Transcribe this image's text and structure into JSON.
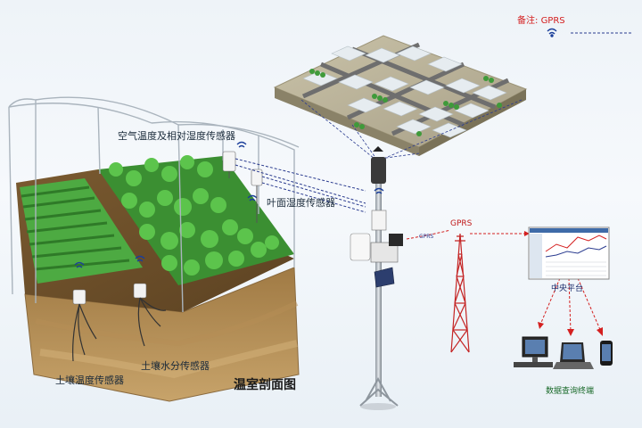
{
  "legend": {
    "prefix": "备注:",
    "item": "GPRS",
    "signal_icon": "wifi-signal-icon"
  },
  "labels": {
    "air_sensor": "空气温度及相对湿度传感器",
    "leaf_sensor": "叶面湿度传感器",
    "soil_temp_sensor": "土壤温度传感器",
    "soil_moisture_sensor": "土壤水分传感器",
    "greenhouse_section": "温室剖面图",
    "gprs_link": "GPRS",
    "gprs_tag": "GPRS",
    "central_platform": "中央平台",
    "query_terminal": "数据查询终端"
  },
  "colors": {
    "link_line": "#2a3b8f",
    "gprs_red": "#d42020",
    "plant_green": "#3fa83a",
    "soil_brown": "#8a6a3e"
  }
}
